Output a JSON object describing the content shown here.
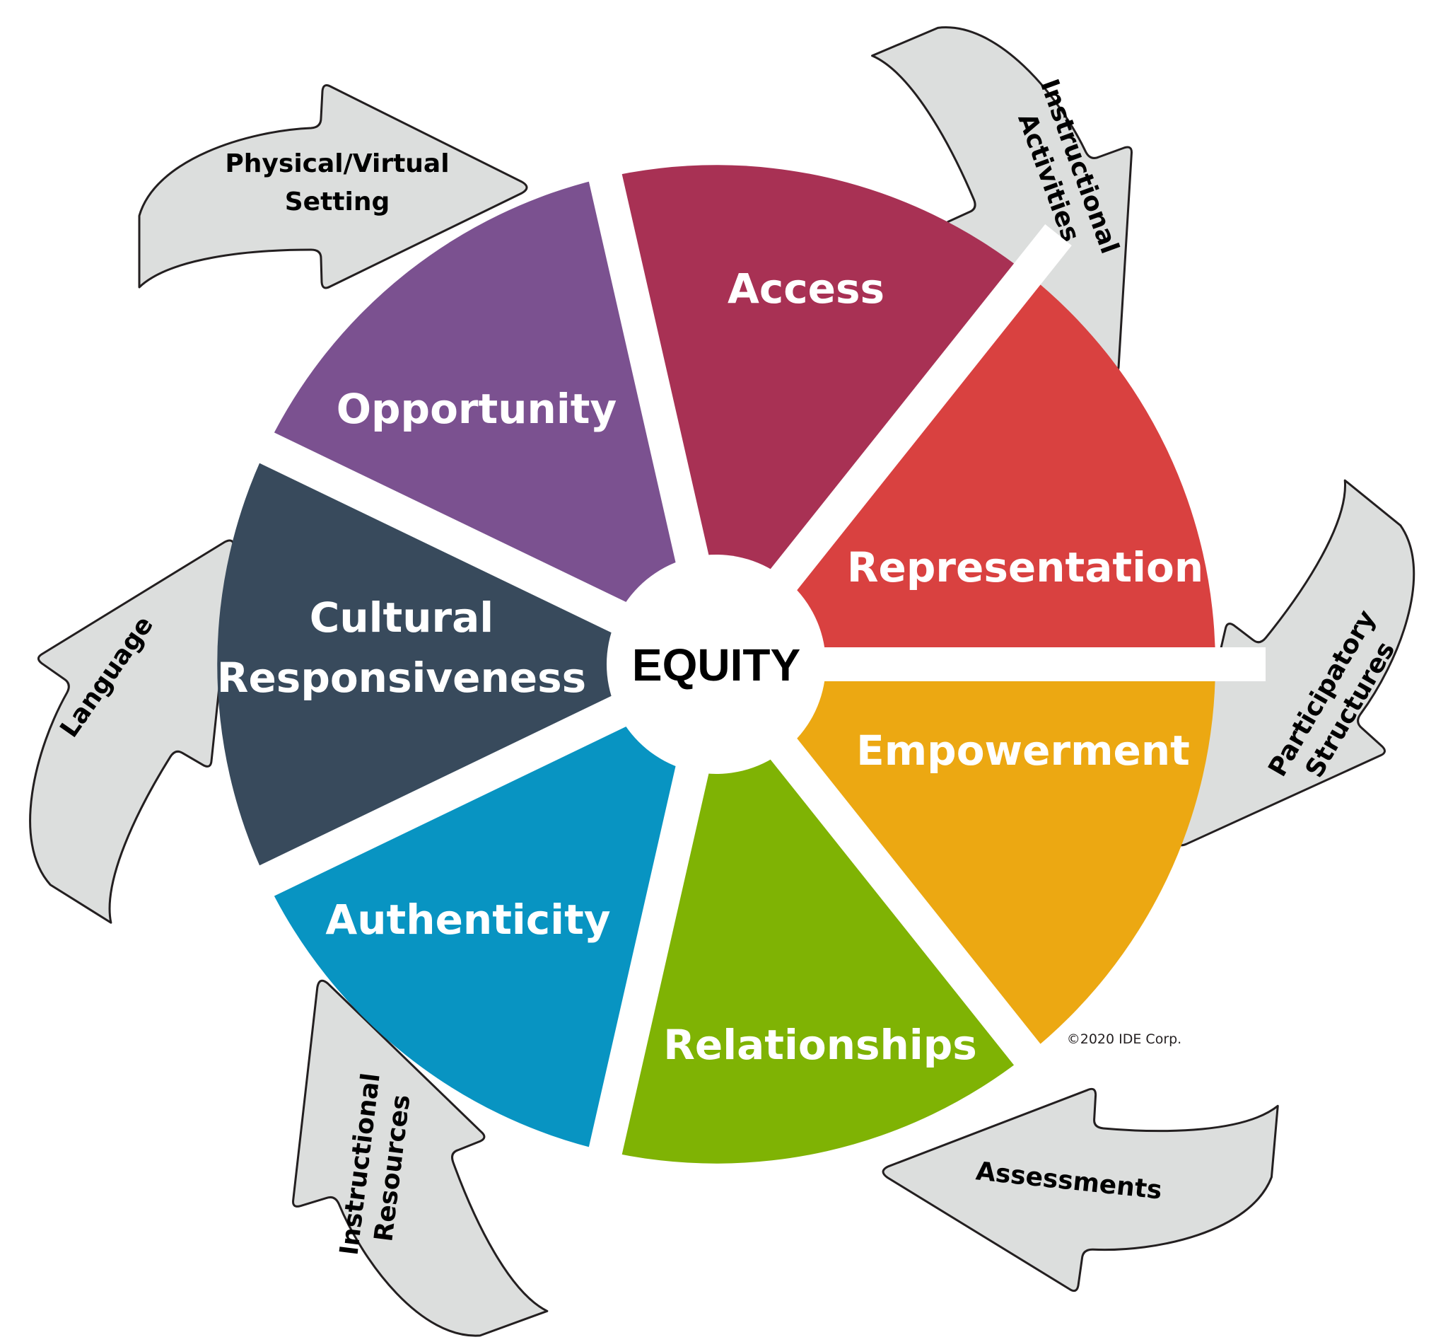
{
  "diagram": {
    "center": {
      "label": "EQUITY",
      "color": "#000000"
    },
    "segments": [
      {
        "label": "Access",
        "color": "#a83154"
      },
      {
        "label": "Representation",
        "color": "#d94140"
      },
      {
        "label": "Empowerment",
        "color": "#eca812"
      },
      {
        "label": "Relationships",
        "color": "#7fb304"
      },
      {
        "label": "Authenticity",
        "color": "#0894c2"
      },
      {
        "label_line1": "Cultural",
        "label_line2": "Responsiveness",
        "color": "#384a5c"
      },
      {
        "label": "Opportunity",
        "color": "#7b5190"
      }
    ],
    "arrows": [
      {
        "line1": "Physical/Virtual",
        "line2": "Setting"
      },
      {
        "line1": "Instructional",
        "line2": "Activities"
      },
      {
        "line1": "Participatory",
        "line2": "Structures"
      },
      {
        "line1": "Assessments"
      },
      {
        "line1": "Instructional",
        "line2": "Resources"
      },
      {
        "line1": "Language"
      }
    ],
    "arrow_fill": "#dcdedd",
    "copyright": "©2020 IDE Corp."
  }
}
